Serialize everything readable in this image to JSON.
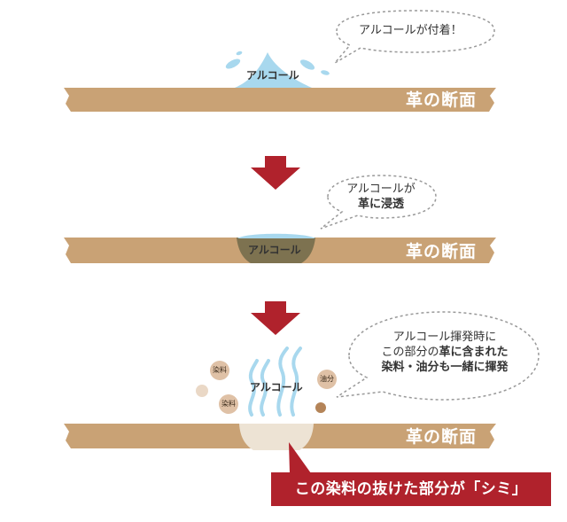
{
  "panels": [
    {
      "section_label": "革の断面",
      "alcohol_label": "アルコール",
      "bubble": {
        "line1": "アルコールが付着！"
      }
    },
    {
      "section_label": "革の断面",
      "alcohol_label": "アルコール",
      "bubble": {
        "line1": "アルコールが",
        "line2": "革に浸透"
      }
    },
    {
      "section_label": "革の断面",
      "alcohol_label": "アルコール",
      "bubble": {
        "line1": "アルコール揮発時に",
        "line2_pre": "この部分の",
        "line2_bold": "革に含まれた",
        "line3": "染料・油分も一緒に揮発"
      },
      "particles": [
        "染料",
        "染料",
        "油分"
      ]
    }
  ],
  "callout": "この染料の抜けた部分が「シミ」",
  "colors": {
    "leather": "#c9a275",
    "arrow": "#b0222c",
    "droplet": "#a8d8ee",
    "stain": "#7d7250",
    "faded": "#ede3d4",
    "vapor": "#a8d8ee"
  }
}
